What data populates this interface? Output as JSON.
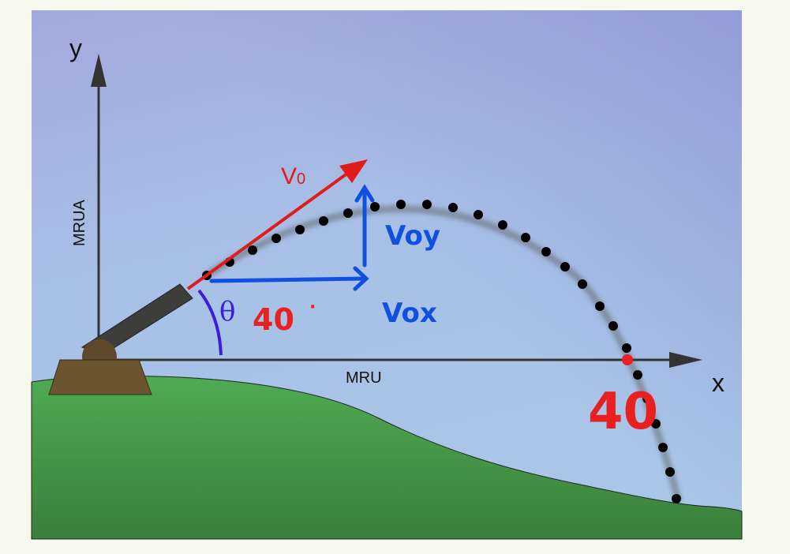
{
  "axes": {
    "y_label": "y",
    "x_label": "x",
    "vertical_motion": "MRUA",
    "horizontal_motion": "MRU"
  },
  "vectors": {
    "v0_main": "V",
    "v0_sub": "0",
    "voy": "Voy",
    "vox": "Vox"
  },
  "angle": {
    "symbol": "θ",
    "value": "40",
    "degree_mark": "·"
  },
  "range_annotation": "40",
  "colors": {
    "sky_top": "#979fd8",
    "sky_bottom": "#a8c4e8",
    "ground": "#4aa54e",
    "v0": "#e01b1b",
    "components": "#1050e0",
    "angle_arc": "#3a1fd6",
    "annotation": "#e82020"
  }
}
